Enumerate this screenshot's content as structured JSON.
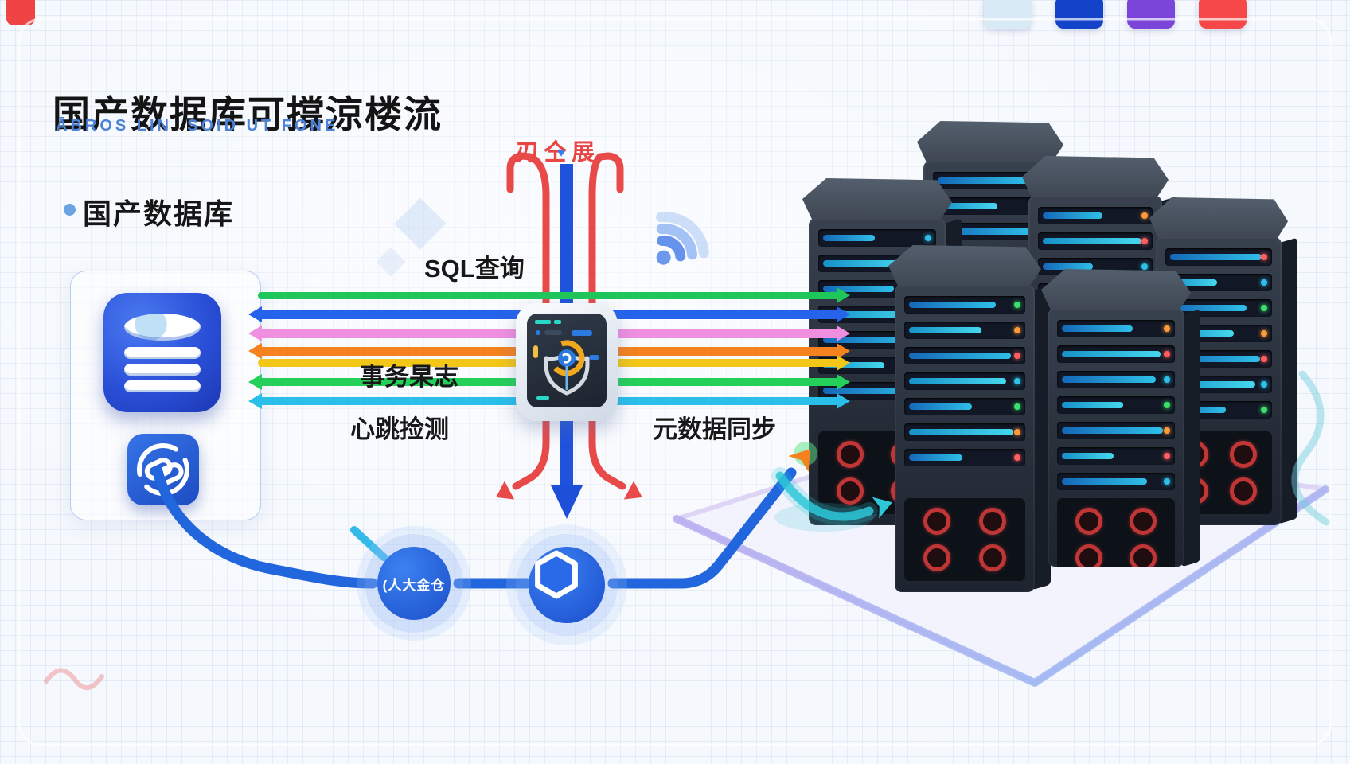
{
  "header": {
    "title": "国产数据库可撐涼楼流",
    "subtitle": "ĀBROS LIN  SOID UT FONE",
    "corner_color": "#ef4444",
    "swatches": [
      "#d9eaf7",
      "#1243c8",
      "#7b45d9",
      "#f64848"
    ]
  },
  "left_panel": {
    "heading": "国产数据库"
  },
  "labels": {
    "top_red": "刃仝展",
    "top_heart": "♥",
    "sql_query": "SQL查询",
    "transaction_log": "事务杲志",
    "heartbeat": "心跳捡测",
    "metadata_sync": "元数据同步",
    "kingbase": "(人大金仓"
  },
  "arrows": [
    {
      "name": "sql-query-flow",
      "color": "#1fc75a",
      "left_head": false
    },
    {
      "name": "flow-blue",
      "color": "#2563eb",
      "left_head": true
    },
    {
      "name": "flow-pink",
      "color": "#f08fe0",
      "left_head": true
    },
    {
      "name": "flow-orange",
      "color": "#f5821e",
      "left_head": true
    },
    {
      "name": "flow-yellow",
      "color": "#f2c718",
      "left_head": false
    },
    {
      "name": "transaction-log-flow",
      "color": "#25d05a",
      "left_head": true
    },
    {
      "name": "heartbeat-flow",
      "color": "#29bfe8",
      "left_head": true
    }
  ],
  "cluster": {
    "tower_count": 6
  },
  "colors": {
    "primary_blue": "#2053dc",
    "red_line": "#e84a4a",
    "teal": "#2ec7d8"
  }
}
